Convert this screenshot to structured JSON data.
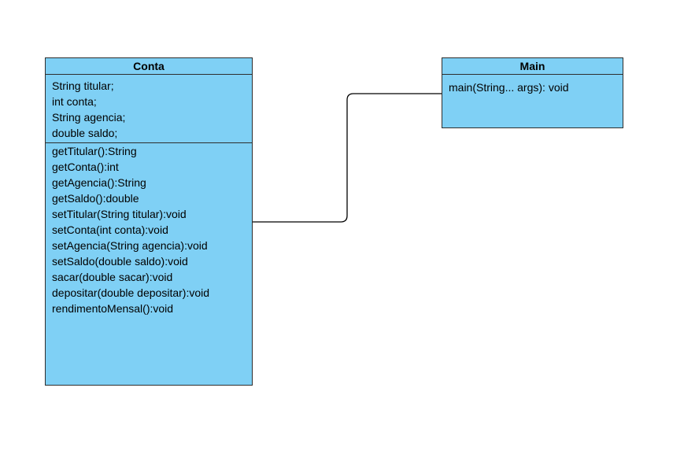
{
  "classes": {
    "conta": {
      "name": "Conta",
      "attributes": [
        "String titular;",
        "int conta;",
        "String agencia;",
        "double saldo;"
      ],
      "methods": [
        "getTitular():String",
        "getConta():int",
        "getAgencia():String",
        "getSaldo():double",
        "setTitular(String titular):void",
        "setConta(int conta):void",
        "setAgencia(String agencia):void",
        "setSaldo(double saldo):void",
        "sacar(double sacar):void",
        "depositar(double depositar):void",
        "rendimentoMensal():void"
      ]
    },
    "main": {
      "name": "Main",
      "methods": [
        "main(String... args): void"
      ]
    }
  },
  "colors": {
    "class_fill": "#7fd0f5",
    "border": "#2e2e2e",
    "connector": "#000000"
  }
}
